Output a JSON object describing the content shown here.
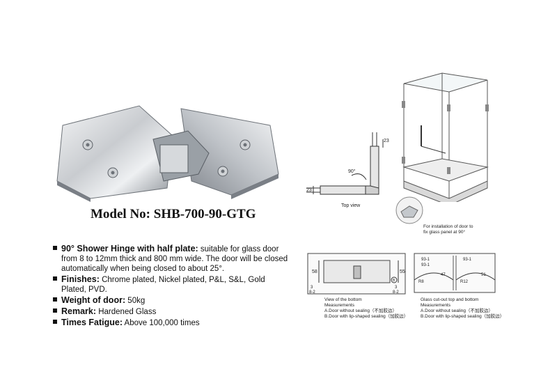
{
  "model": "Model No: SHB-700-90-GTG",
  "specs": [
    {
      "label": "90° Shower Hinge with half plate:",
      "text": " suitable for glass door from 8 to 12mm thick and  800 mm wide. The door will be closed automatically when being closed to about 25°."
    },
    {
      "label": "Finishes:",
      "text": " Chrome plated, Nickel plated, P&L, S&L, Gold Plated, PVD."
    },
    {
      "label": "Weight of door:",
      "text": " 50kg"
    },
    {
      "label": "Remark:",
      "text": " Hardened Glass"
    },
    {
      "label": "Times Fatigue:",
      "text": " Above 100,000 times"
    }
  ],
  "top_view": {
    "caption": "Top view",
    "angle": "90°",
    "dim_vertical": "23",
    "dim_horizontal": "23"
  },
  "installation_caption": [
    "For installation of door to",
    "fix glass panel at 90°"
  ],
  "bottom_view": {
    "dim_height": "58",
    "dim_right": "55",
    "gap_top": "3",
    "gap_bottom": "8-2",
    "gap_top_r": "3",
    "gap_bottom_r": "8-2",
    "caption": [
      "View of the bottom",
      "Measurements",
      "A.Door without sealing（不加胶边）",
      "B.Door with lip-shaped sealing（加胶边）"
    ]
  },
  "cutout_view": {
    "labels": [
      "93-1",
      "93-1",
      "93-1",
      "R8",
      "R12",
      "47",
      "51"
    ],
    "caption": [
      "Glass cut-out top and bottom",
      "Measurements",
      "A.Door without sealing（不加胶边）",
      "B.Door with lip-shaped sealing（加胶边）"
    ]
  },
  "colors": {
    "metal_light": "#e8eaec",
    "metal_mid": "#b9bdc2",
    "metal_dark": "#6d7278",
    "line": "#333333"
  }
}
